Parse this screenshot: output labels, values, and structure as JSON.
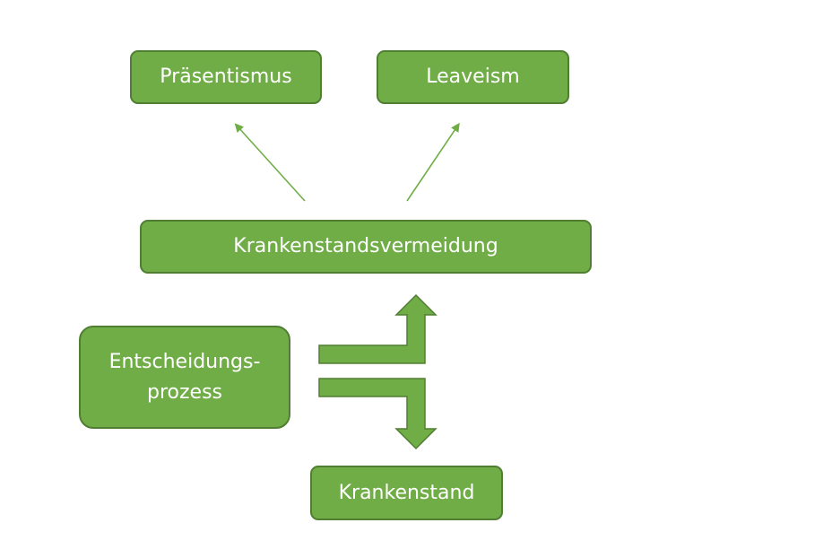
{
  "nodes": {
    "praesentismus": "Präsentismus",
    "leaveism": "Leaveism",
    "vermeidung": "Krankenstandsvermeidung",
    "entscheidung_line1": "Entscheidungs-",
    "entscheidung_line2": "prozess",
    "krankenstand": "Krankenstand"
  },
  "colors": {
    "fill": "#70ad47",
    "border": "#507e32",
    "text": "#ffffff"
  }
}
